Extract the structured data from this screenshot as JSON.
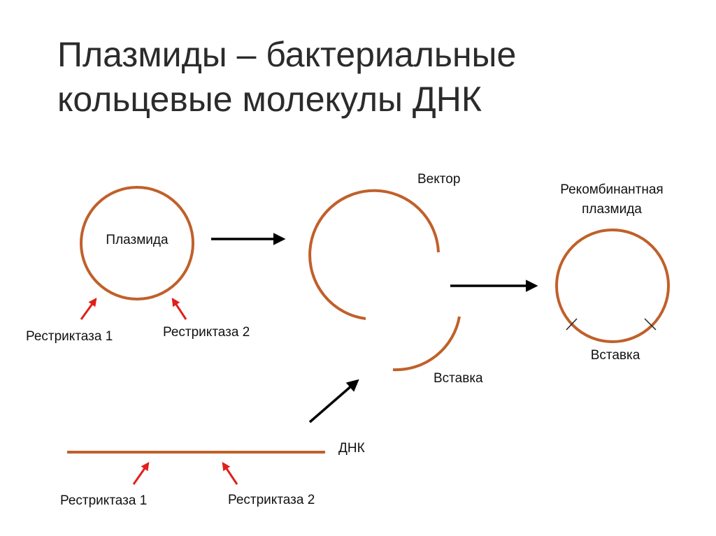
{
  "title": {
    "line1": "Плазмиды – бактериальные",
    "line2": "кольцевые молекулы ДНК"
  },
  "labels": {
    "plasmid": "Плазмида",
    "restrictase1_top": "Рестриктаза 1",
    "restrictase2_top": "Рестриктаза 2",
    "vector": "Вектор",
    "insert": "Вставка",
    "recombinant_line1": "Рекомбинантная",
    "recombinant_line2": "плазмида",
    "insert_recombinant": "Вставка",
    "dna": "ДНК",
    "restrictase1_bottom": "Рестриктаза 1",
    "restrictase2_bottom": "Рестриктаза 2"
  },
  "colors": {
    "dna_strand": "#c0602a",
    "cut_arrow": "#e0201a",
    "flow_arrow": "#000000",
    "text": "#111111",
    "title": "#2b2b2b"
  }
}
